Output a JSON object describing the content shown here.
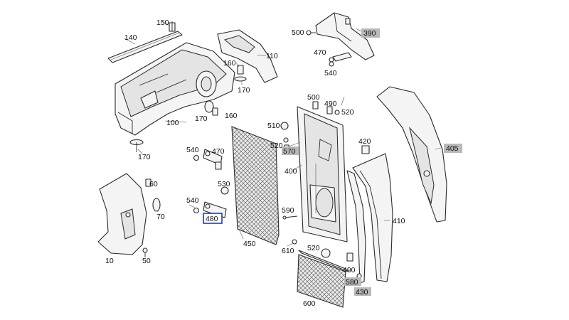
{
  "diagram": {
    "labels": [
      {
        "id": "p150",
        "text": "150"
      },
      {
        "id": "p140",
        "text": "140"
      },
      {
        "id": "p110",
        "text": "110"
      },
      {
        "id": "p160a",
        "text": "160"
      },
      {
        "id": "p170a",
        "text": "170"
      },
      {
        "id": "p170b",
        "text": "170"
      },
      {
        "id": "p160b",
        "text": "160"
      },
      {
        "id": "p100",
        "text": "100"
      },
      {
        "id": "p170c",
        "text": "170"
      },
      {
        "id": "p500a",
        "text": "500"
      },
      {
        "id": "p390",
        "text": "390",
        "highlight": true
      },
      {
        "id": "p470a",
        "text": "470"
      },
      {
        "id": "p540a",
        "text": "540"
      },
      {
        "id": "p500b",
        "text": "500"
      },
      {
        "id": "p490a",
        "text": "490"
      },
      {
        "id": "p520a",
        "text": "520"
      },
      {
        "id": "p510",
        "text": "510"
      },
      {
        "id": "p520b",
        "text": "520"
      },
      {
        "id": "p570",
        "text": "570",
        "highlight": true
      },
      {
        "id": "p420",
        "text": "420"
      },
      {
        "id": "p405",
        "text": "405",
        "highlight": true
      },
      {
        "id": "p400",
        "text": "400"
      },
      {
        "id": "p540b",
        "text": "540"
      },
      {
        "id": "p470b",
        "text": "470"
      },
      {
        "id": "p530",
        "text": "530"
      },
      {
        "id": "p60",
        "text": "60"
      },
      {
        "id": "p540c",
        "text": "540"
      },
      {
        "id": "p70",
        "text": "70"
      },
      {
        "id": "p480",
        "text": "480",
        "selected": true
      },
      {
        "id": "p590",
        "text": "590"
      },
      {
        "id": "p410",
        "text": "410"
      },
      {
        "id": "p450",
        "text": "450"
      },
      {
        "id": "p610",
        "text": "610"
      },
      {
        "id": "p520c",
        "text": "520"
      },
      {
        "id": "p10",
        "text": "10"
      },
      {
        "id": "p50",
        "text": "50"
      },
      {
        "id": "p490b",
        "text": "490"
      },
      {
        "id": "p580",
        "text": "580",
        "highlight": true
      },
      {
        "id": "p430",
        "text": "430",
        "highlight": true
      },
      {
        "id": "p600",
        "text": "600"
      }
    ]
  },
  "colors": {
    "highlight_fill": "#b9b9b9",
    "selected_border": "#1f3fa6",
    "line": "#2a2a2a"
  }
}
